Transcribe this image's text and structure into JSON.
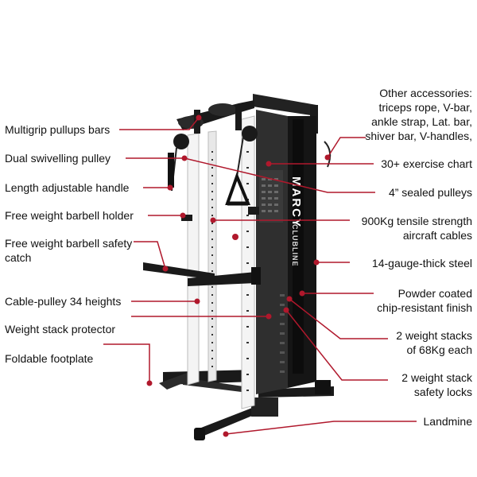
{
  "brand": "MARCY",
  "model": "CLUBLINE",
  "accent_color": "#b0182c",
  "frame_color": "#1a1a1a",
  "upright_color": "#f2f2f2",
  "labels": {
    "multigrip": "Multigrip pullups bars",
    "dual_pulley": "Dual swivelling pulley",
    "handle": "Length adjustable handle",
    "barbell_holder": "Free weight barbell holder",
    "safety_catch": "Free weight barbell safety\ncatch",
    "cable_heights": "Cable-pulley 34 heights",
    "stack_protector": "Weight stack protector",
    "footplate": "Foldable footplate",
    "accessories": "Other accessories:\ntriceps rope, V-bar,\nankle strap, Lat. bar,\nshiver bar, V-handles,",
    "exercise_chart": "30+ exercise chart",
    "sealed_pulleys": "4” sealed pulleys",
    "tensile": "900Kg tensile strength\naircraft cables",
    "steel": "14-gauge-thick steel",
    "powder": "Powder coated\nchip-resistant finish",
    "weight_stacks": "2 weight stacks\nof 68Kg each",
    "safety_locks": "2 weight stack\nsafety locks",
    "landmine": "Landmine"
  }
}
